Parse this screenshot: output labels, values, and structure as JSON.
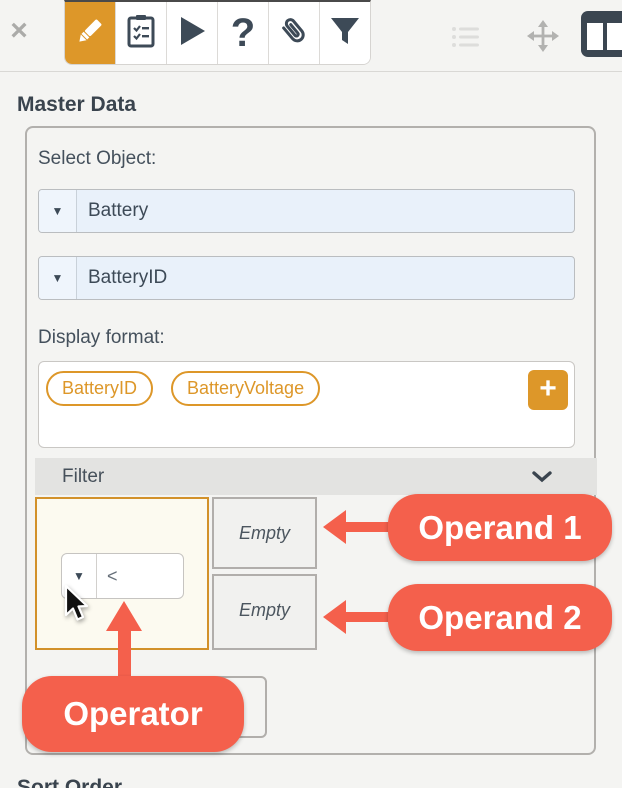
{
  "colors": {
    "accent_orange": "#dd9729",
    "annotation_red": "#f4604c",
    "icon_dark": "#3d4a57",
    "dropdown_blue": "#e9f1fa",
    "panel_bg": "#f4f4f2"
  },
  "toolbar": {
    "close_label": "×",
    "buttons": [
      {
        "label": "edit",
        "icon": "pencil-icon",
        "active": true
      },
      {
        "label": "checklist",
        "icon": "clipboard-checklist-icon",
        "active": false
      },
      {
        "label": "run",
        "icon": "play-icon",
        "active": false
      },
      {
        "label": "help",
        "icon": "question-icon",
        "active": false
      },
      {
        "label": "attachments",
        "icon": "paperclip-icon",
        "active": false
      },
      {
        "label": "filter",
        "icon": "funnel-icon",
        "active": false
      }
    ],
    "question_glyph": "?",
    "right_icons": [
      "list-icon",
      "move-icon",
      "columns-icon"
    ]
  },
  "panel": {
    "title": "Master Data",
    "select_object_label": "Select Object:",
    "object_dropdown_value": "Battery",
    "field_dropdown_value": "BatteryID",
    "display_format_label": "Display format:",
    "format_tags": [
      "BatteryID",
      "BatteryVoltage"
    ],
    "add_button_label": "+",
    "filter_section": {
      "header": "Filter",
      "operator_value": "<",
      "operand1_value": "Empty",
      "operand2_value": "Empty"
    },
    "partial_heading": "Sort Order"
  },
  "annotations": {
    "operand1_label": "Operand 1",
    "operand2_label": "Operand 2",
    "operator_label": "Operator"
  }
}
